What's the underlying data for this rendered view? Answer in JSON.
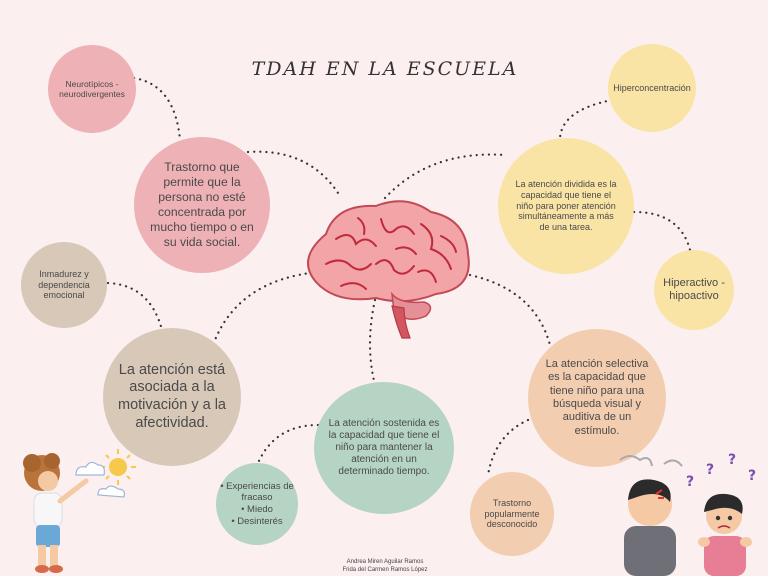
{
  "title": "TDAH EN LA ESCUELA",
  "bubbles": {
    "neurotipicos": "Neurotípicos - neurodivergentes",
    "trastorno": "Trastorno que permite que la persona no esté concentrada por mucho tiempo o en su vida social.",
    "inmadurez": "Inmadurez y dependencia emocional",
    "afectividad": "La atención está asociada a la motivación y a la afectividad.",
    "hiperconcentracion": "Hiperconcentración",
    "dividida": "La atención dividida es la capacidad que tiene el niño para poner atención simultáneamente a más de una tarea.",
    "hiperactivo": "Hiperactivo - hipoactivo",
    "selectiva": "La atención selectiva es la capacidad que tiene niño para una búsqueda visual y auditiva de un estímulo.",
    "trastorno_popular": "Trastorno popularmente desconocido",
    "sostenida": "La atención sostenida es la capacidad que tiene el niño para mantener la atención en un determinado tiempo.",
    "experiencias": [
      "• Experiencias de fracaso",
      "• Miedo",
      "• Desinterés"
    ]
  },
  "footer": {
    "line1": "Andrea Miren Aguilar Ramos",
    "line2": "Frida del Carmen Ramos López"
  },
  "colors": {
    "background": "#fbeff0",
    "pink": "#eeb1b5",
    "yellow": "#f9e4a6",
    "beige": "#d8c8b8",
    "green": "#b5d4c4",
    "peach": "#f3cdb0",
    "connector": "#333333"
  },
  "icons": [
    "brain-icon",
    "child-painting-icon",
    "frustrated-kids-icon",
    "sun-icon",
    "cloud-icon"
  ]
}
